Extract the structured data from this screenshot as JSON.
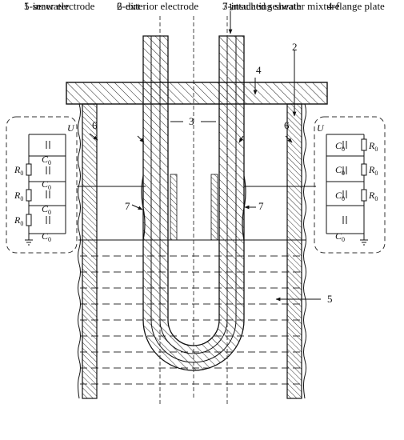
{
  "labels": {
    "n1": "1",
    "n2": "2",
    "n3": "3",
    "n4": "4",
    "n5": "5",
    "n6": "6",
    "n7": "7"
  },
  "circuit": {
    "u": "U",
    "r": "R",
    "c": "C",
    "sub": "0"
  },
  "legend": {
    "inner_electrode": "1-inner electrode",
    "exterior_electrode": "2-exterior electrode",
    "insulating_sheath": "3-insulating sheath",
    "flange_plate": "4-flange plate",
    "seawater": "5-seawater",
    "dirt": "6-dirt",
    "mixture": "7-attached seawater mixture"
  }
}
